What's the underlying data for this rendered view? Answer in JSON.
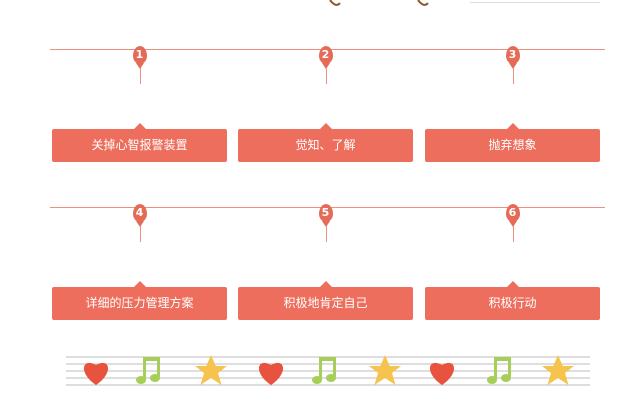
{
  "rows": [
    [
      {
        "num": "1",
        "label": "关掉心智报警装置"
      },
      {
        "num": "2",
        "label": "觉知、了解"
      },
      {
        "num": "3",
        "label": "抛弃想象"
      }
    ],
    [
      {
        "num": "4",
        "label": "详细的压力管理方案"
      },
      {
        "num": "5",
        "label": "积极地肯定自己"
      },
      {
        "num": "6",
        "label": "积极行动"
      }
    ]
  ],
  "colors": {
    "accent": "#ee6e5d",
    "pin": "#e56b57",
    "line": "#ee8f81"
  },
  "decor": {
    "icons": [
      "heart-icon",
      "music-note-icon",
      "star-icon",
      "heart-icon",
      "music-note-icon",
      "star-icon",
      "heart-icon",
      "music-note-icon",
      "star-icon"
    ]
  }
}
